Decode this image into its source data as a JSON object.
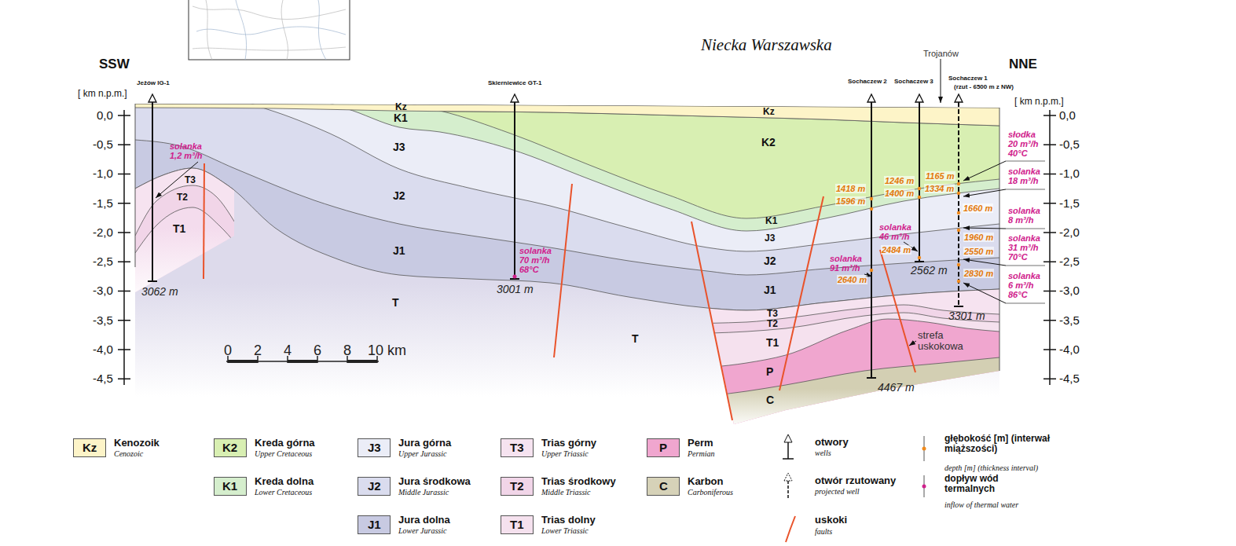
{
  "diagram": {
    "title": "Niecka Warszawska",
    "labels": [
      "SSW",
      "NNE",
      "[ km n.p.m.]",
      "[ km n.p.m.]",
      "0,0",
      "-0,5",
      "-1,0",
      "-1,5",
      "-2,0",
      "-2,5",
      "-3,0",
      "-3,5",
      "-4,0",
      "-4,5",
      "0,0",
      "-0,5",
      "-1,0",
      "-1,5",
      "-2,0",
      "-2,5",
      "-3,0",
      "-3,5",
      "-4,0",
      "-4,5",
      "Jeżów IG-1",
      "Skierniewice GT-1",
      "Sochaczew 2",
      "Sochaczew 3",
      "Sochaczew 1",
      "(rzut - 6500 m z NW)",
      "Trojanów",
      "3062 m",
      "3001 m",
      "2562 m",
      "3301 m",
      "4467 m",
      "solanka 1,2 m³/h",
      "solanka 70 m³/h 68°C",
      "solanka 91 m³/h",
      "solanka 46 m³/h",
      "słodka 20 m³/h 40°C",
      "solanka 18 m³/h",
      "solanka 8 m³/h",
      "solanka 31 m³/h 70°C",
      "solanka 6 m³/h 86°C",
      "1418 m",
      "1596 m",
      "1246 m",
      "1400 m",
      "1165 m",
      "1334 m",
      "1660 m",
      "1960 m",
      "2550 m",
      "2830 m",
      "2640 m",
      "2484 m",
      "Kz",
      "K1",
      "J3",
      "J2",
      "J1",
      "T",
      "T3",
      "T2",
      "T1",
      "T",
      "Kz",
      "K2",
      "K1",
      "J3",
      "J2",
      "J1",
      "T3",
      "T2",
      "T1",
      "P",
      "C",
      "strefa uskokowa",
      "0",
      "2",
      "4",
      "6",
      "8",
      "10 km",
      "Kz",
      "K2",
      "K1",
      "J3",
      "J2",
      "J1",
      "T3",
      "T2",
      "T1",
      "P",
      "C",
      "Cenozoic",
      "Upper Cretaceous",
      "Lower Cretaceous",
      "Upper Jurassic",
      "Middle Jurassic",
      "Lower Jurassic",
      "Upper Triassic",
      "Middle Triassic",
      "Lower Triassic",
      "Permian",
      "Carboniferous",
      "wells",
      "projected well",
      "faults",
      "depth [m] (thickness interval)",
      "inflow of thermal water"
    ],
    "legend": [
      {
        "text": "Kenozoik",
        "color": "#fdf4c8"
      },
      {
        "text": "Kreda górna",
        "color": "#d8efb2"
      },
      {
        "text": "Kreda dolna",
        "color": "#d5eecd"
      },
      {
        "text": "Jura górna",
        "color": "#ebedf7"
      },
      {
        "text": "Jura środkowa",
        "color": "#dadcee"
      },
      {
        "text": "Jura dolna",
        "color": "#c8cae2"
      },
      {
        "text": "Trias górny",
        "color": "#f6e3f0"
      },
      {
        "text": "Trias środkowy",
        "color": "#f1d5e8"
      },
      {
        "text": "Trias dolny",
        "color": "#f5e1ee"
      },
      {
        "text": "Perm",
        "color": "#f0a6cf"
      },
      {
        "text": "Karbon",
        "color": "#d6d2b8"
      },
      {
        "text": "otwory"
      },
      {
        "text": "otwór rzutowany"
      },
      {
        "text": "uskoki"
      },
      {
        "text": "głębokość [m] (interwał miąższości)"
      },
      {
        "text": "dopływ wód termalnych"
      }
    ]
  }
}
